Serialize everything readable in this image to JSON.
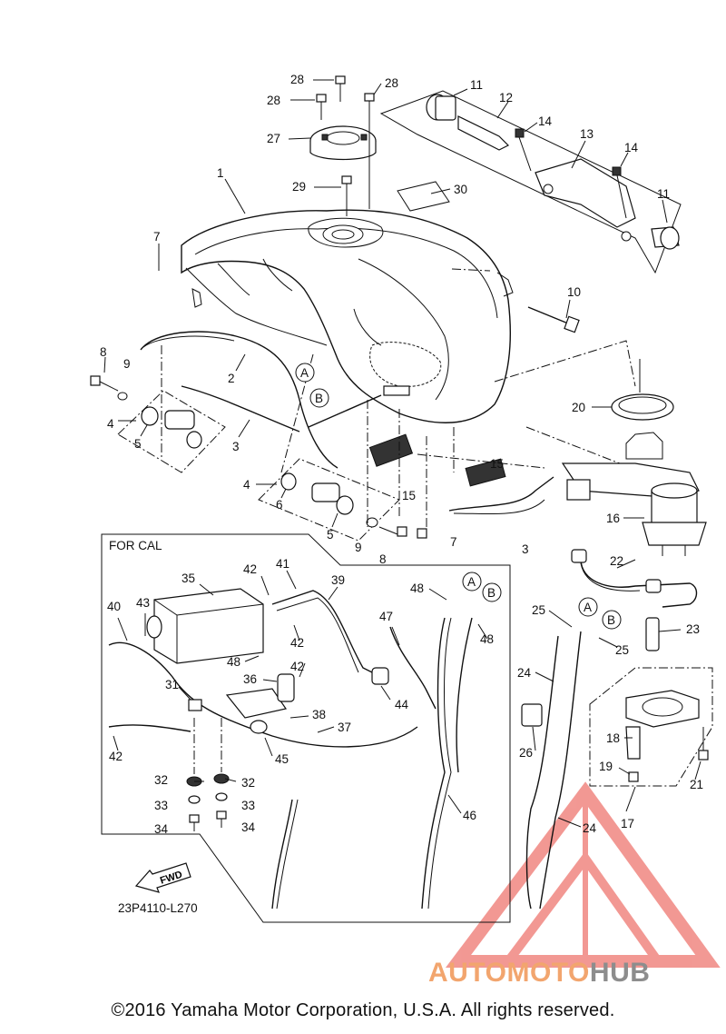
{
  "diagram": {
    "box_title": "FOR CAL",
    "diagram_code": "23P4110-L270",
    "fwd_label": "FWD",
    "copyright": "©2016 Yamaha Motor Corporation, U.S.A. All rights reserved.",
    "watermark": {
      "part1": "AUTOMOTO",
      "part2": "HUB",
      "accent_color": "#f2a56e",
      "gray_color": "#8d8d8d",
      "triangle_color": "#e8453c"
    },
    "part_numbers": [
      "1",
      "2",
      "3",
      "4",
      "5",
      "6",
      "7",
      "8",
      "9",
      "10",
      "11",
      "12",
      "13",
      "14",
      "15",
      "16",
      "17",
      "18",
      "19",
      "20",
      "21",
      "22",
      "23",
      "24",
      "25",
      "26",
      "27",
      "28",
      "29",
      "30",
      "31",
      "32",
      "33",
      "34",
      "35",
      "36",
      "37",
      "38",
      "39",
      "40",
      "41",
      "42",
      "43",
      "44",
      "45",
      "46",
      "47",
      "48"
    ],
    "callouts": [
      "A",
      "B"
    ]
  }
}
